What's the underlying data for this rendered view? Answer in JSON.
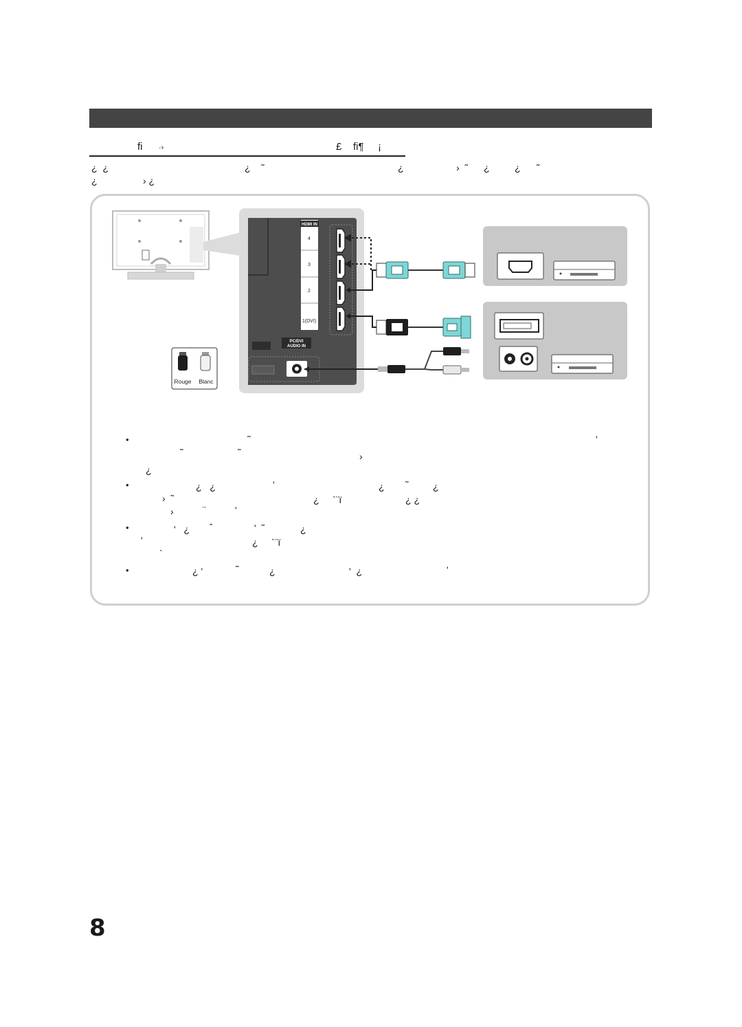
{
  "header": {
    "glyphs": [
      "fi",
      "·›",
      "£",
      "fi¶",
      "¡"
    ]
  },
  "intro": {
    "line1": [
      "¿  ¿",
      "¿    ˜",
      "¿",
      "›  ˜",
      "¿",
      "¿      ˜"
    ],
    "line2": [
      "¿",
      "› ¿"
    ]
  },
  "diagram": {
    "hdmi_in_label": "HDMI IN",
    "ports": [
      "4",
      "3",
      "2",
      "1(DVI)"
    ],
    "pc_dvi_label": [
      "PC/DVI",
      "AUDIO IN"
    ],
    "rca_labels": [
      "Rouge",
      "Blanc"
    ],
    "cable_colors": {
      "hdmi": "#7fd6d6",
      "dvi": "#7fd6d6",
      "audio_black": "#1a1a1a",
      "audio_white": "#e8e8e8"
    }
  },
  "notes": [
    {
      "lines": [
        [
          [
            "˜",
            360
          ],
          [
            "'",
            867
          ]
        ],
        [
          [
            "˜",
            262
          ],
          [
            "˜",
            346
          ],
          [
            "›",
            523
          ]
        ],
        [
          [
            "¿",
            212
          ]
        ]
      ]
    },
    {
      "lines": [
        [
          [
            "¿   ¿",
            285
          ],
          [
            "'",
            397
          ],
          [
            "¿",
            551
          ],
          [
            "˜",
            590
          ],
          [
            "¿",
            630
          ]
        ],
        [
          [
            "›  ˜",
            236
          ],
          [
            "¿     `¨ï",
            456
          ],
          [
            "¿ ¿",
            590
          ]
        ],
        [
          [
            "›",
            248
          ],
          [
            "¨",
            295
          ],
          [
            "'",
            342
          ]
        ]
      ]
    },
    {
      "lines": [
        [
          [
            "'   ¿",
            253
          ],
          [
            "ˆ",
            305
          ],
          [
            "'  ˜",
            370
          ],
          [
            "¿",
            437
          ]
        ],
        [
          [
            "'",
            205
          ],
          [
            "¿     `¨ï",
            367
          ]
        ],
        [
          [
            "`",
            232
          ]
        ]
      ]
    },
    {
      "lines": [
        [
          [
            "¿ '",
            280
          ],
          [
            "˜",
            343
          ],
          [
            "¿",
            392
          ],
          [
            "'  ¿",
            508
          ],
          [
            "'",
            650
          ]
        ]
      ]
    }
  ],
  "page_number": "8"
}
